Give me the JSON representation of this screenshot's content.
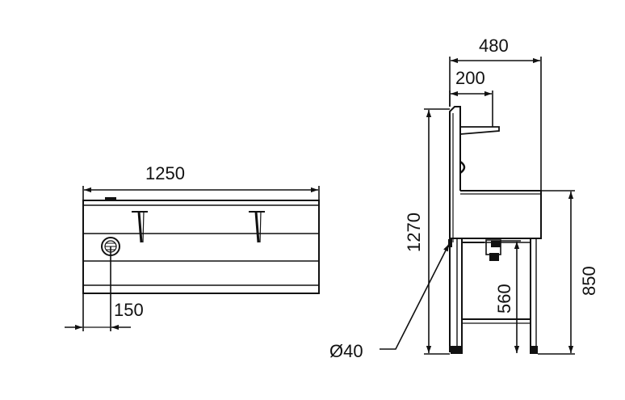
{
  "colors": {
    "line": "#111111",
    "background": "#ffffff"
  },
  "dimensions": {
    "width_overall": "1250",
    "offset_drain": "150",
    "depth_total": "480",
    "shelf_depth": "200",
    "height_total": "1270",
    "height_basin": "850",
    "height_shelf_bar": "560",
    "pipe_diameter": "Ø40"
  }
}
